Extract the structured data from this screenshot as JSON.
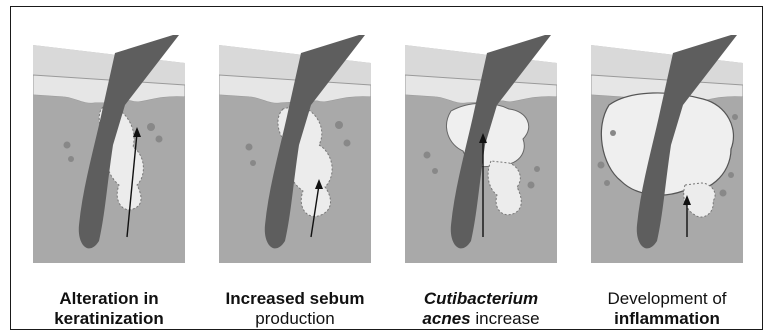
{
  "stages": [
    {
      "line1": "Alteration in",
      "line2": "keratinization"
    },
    {
      "line1": "Increased sebum",
      "line2": "production"
    },
    {
      "line1_italic": "Cutibacterium",
      "line2_italic": "acnes",
      "line2_rest": " increase"
    },
    {
      "line1": "Development of",
      "line2": "inflammation"
    }
  ]
}
